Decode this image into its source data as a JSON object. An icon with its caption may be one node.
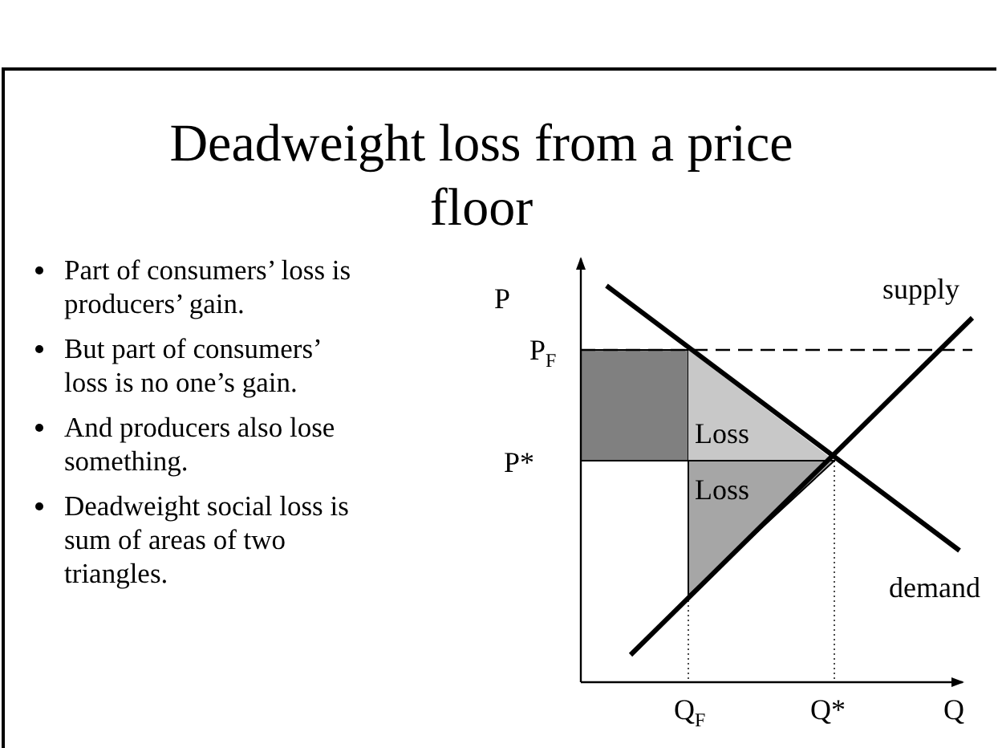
{
  "diagram": {
    "title": "Deadweight loss from a price floor",
    "labels": [
      "Part of consumers’ loss is producers’ gain.",
      "But part of consumers’ loss is no one’s gain.",
      "And producers also lose something.",
      "Deadweight social loss is sum of areas of two triangles.",
      "P",
      "supply",
      "P$_{F}$",
      "Loss",
      "P*",
      "Loss",
      "demand",
      "Q$_{F}$",
      "Q*",
      "Q"
    ]
  }
}
